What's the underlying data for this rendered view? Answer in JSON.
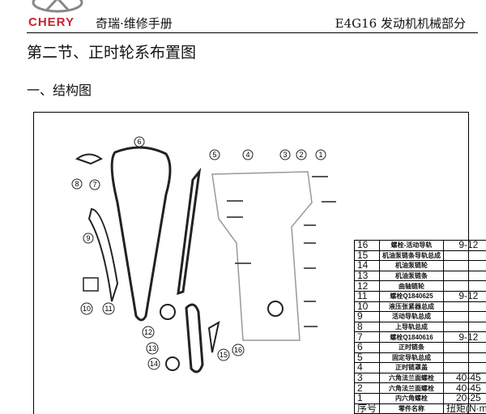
{
  "header": {
    "logo_text": "CHERY",
    "brand": "奇瑞·维修手册",
    "section": "E4G16 发动机机械部分"
  },
  "page": {
    "title": "第二节、正时轮系布置图",
    "subtitle": "一、结构图"
  },
  "diagram": {
    "callouts": [
      "1",
      "2",
      "3",
      "4",
      "5",
      "6",
      "7",
      "8",
      "9",
      "10",
      "11",
      "12",
      "13",
      "14",
      "15",
      "16"
    ]
  },
  "parts_table": {
    "rows": [
      {
        "no": "16",
        "name": "螺栓-活动导轨",
        "torque": "9-12"
      },
      {
        "no": "15",
        "name": "机油泵链条导轨总成",
        "torque": ""
      },
      {
        "no": "14",
        "name": "机油泵链轮",
        "torque": ""
      },
      {
        "no": "13",
        "name": "机油泵链条",
        "torque": ""
      },
      {
        "no": "12",
        "name": "曲轴链轮",
        "torque": ""
      },
      {
        "no": "11",
        "name": "螺栓Q1840625",
        "torque": "9-12"
      },
      {
        "no": "10",
        "name": "液压张紧器总成",
        "torque": ""
      },
      {
        "no": "9",
        "name": "活动导轨总成",
        "torque": ""
      },
      {
        "no": "8",
        "name": "上导轨总成",
        "torque": ""
      },
      {
        "no": "7",
        "name": "螺栓Q1840616",
        "torque": "9-12"
      },
      {
        "no": "6",
        "name": "正时链条",
        "torque": ""
      },
      {
        "no": "5",
        "name": "固定导轨总成",
        "torque": ""
      },
      {
        "no": "4",
        "name": "正时链罩盖",
        "torque": ""
      },
      {
        "no": "3",
        "name": "六角法兰面螺栓",
        "torque": "40-45"
      },
      {
        "no": "2",
        "name": "六角法兰面螺栓",
        "torque": "40-45"
      },
      {
        "no": "1",
        "name": "内六角螺栓",
        "torque": "20-25"
      }
    ],
    "header": {
      "no": "序号",
      "name": "零件名称",
      "torque": "扭矩(N·m)"
    }
  }
}
